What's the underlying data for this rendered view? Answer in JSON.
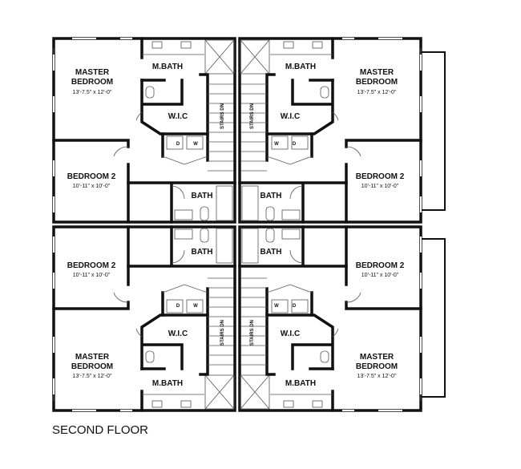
{
  "title": "SECOND FLOOR",
  "rooms": {
    "master": "MASTER",
    "bedroom": "BEDROOM",
    "master_dims": "13'-7.5\" x 12'-0\"",
    "bedroom2": "BEDROOM 2",
    "bedroom2_dims": "10'-11\" x 10'-0\"",
    "mbath": "M.BATH",
    "wic": "W.I.C",
    "stairs": "STAIRS DN",
    "bath": "BATH",
    "dryer": "D",
    "washer": "W"
  },
  "colors": {
    "wall": "#111111",
    "background": "#ffffff"
  }
}
